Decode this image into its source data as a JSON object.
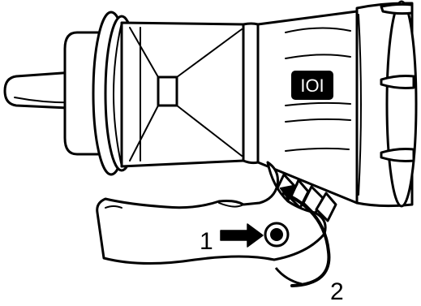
{
  "steps": {
    "step1_label": "1",
    "step2_label": "2"
  },
  "symbols": {
    "switch_symbol": "IOI"
  },
  "colors": {
    "ink": "#000000",
    "paper": "#ffffff"
  },
  "icons": {
    "push_arrow": "arrow-right-icon",
    "rotate_arrow": "curved-arrow-icon"
  }
}
